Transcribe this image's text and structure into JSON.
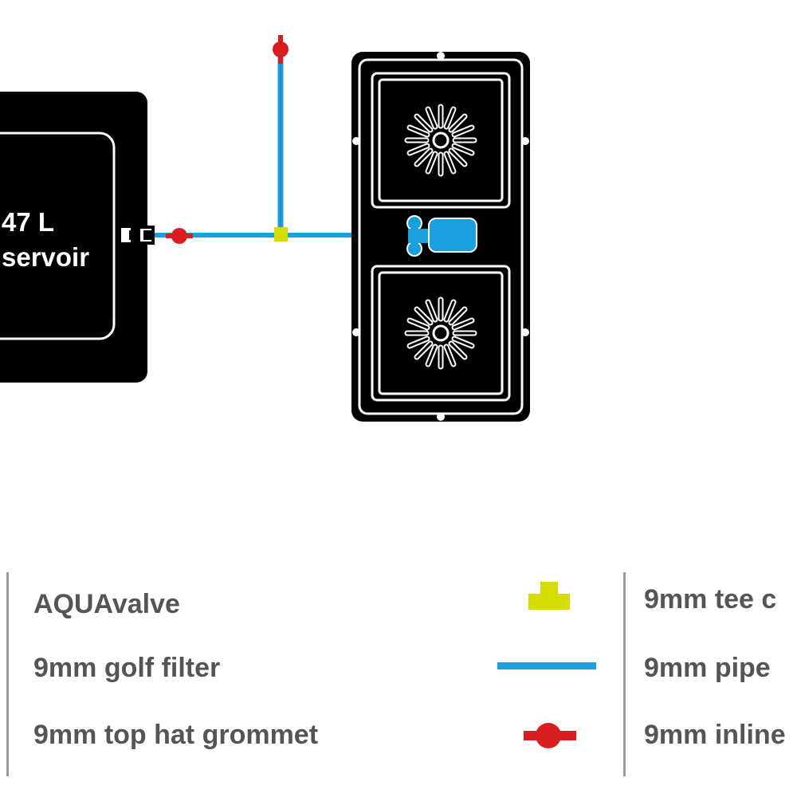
{
  "reservoir": {
    "capacity": "47 L",
    "label": "servoir"
  },
  "legend": {
    "left": [
      {
        "label": "AQUAvalve"
      },
      {
        "label": "9mm golf filter"
      },
      {
        "label": "9mm top hat grommet"
      }
    ],
    "right": [
      {
        "label": "9mm tee c",
        "icon": "tee-connector-icon"
      },
      {
        "label": "9mm pipe",
        "icon": "pipe-icon"
      },
      {
        "label": "9mm inline",
        "icon": "inline-tap-icon"
      }
    ]
  },
  "colors": {
    "pipe": "#1aa0dc",
    "tee": "#d4dc00",
    "tap": "#d81e1e",
    "fitting": "#000000",
    "legend_text": "#555555"
  }
}
